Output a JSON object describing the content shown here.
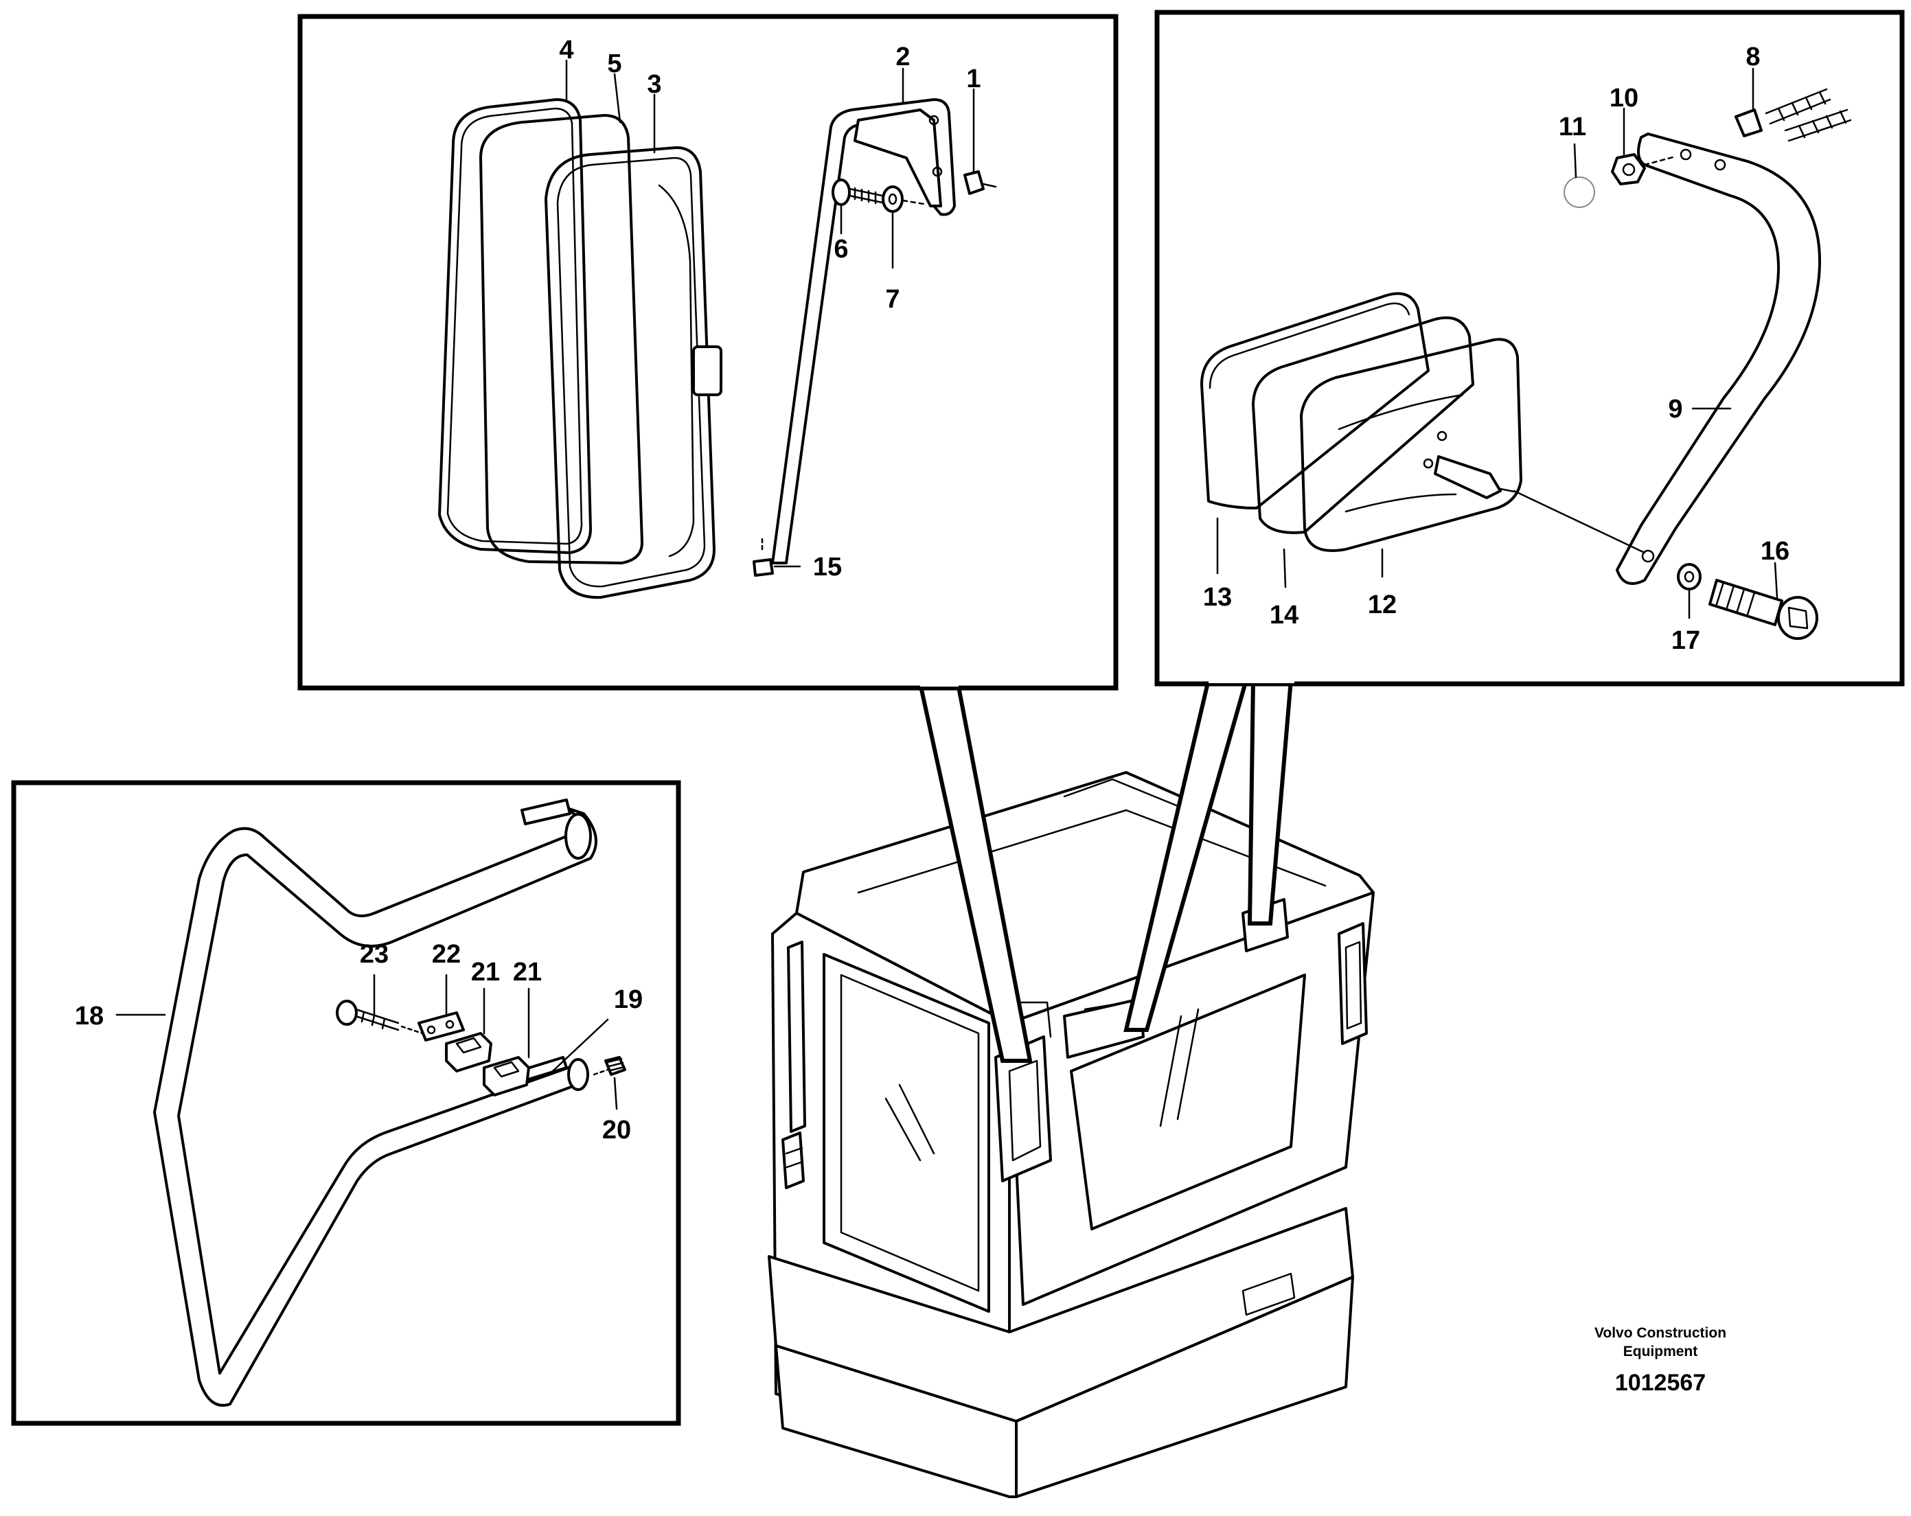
{
  "labels": {
    "l1": "1",
    "l2": "2",
    "l3": "3",
    "l4": "4",
    "l5": "5",
    "l6": "6",
    "l7": "7",
    "l8": "8",
    "l9": "9",
    "l10": "10",
    "l11": "11",
    "l12": "12",
    "l13": "13",
    "l14": "14",
    "l15": "15",
    "l16": "16",
    "l17": "17",
    "l18": "18",
    "l19": "19",
    "l20": "20",
    "l21a": "21",
    "l21b": "21",
    "l22": "22",
    "l23": "23"
  },
  "footer": {
    "company_line1": "Volvo Construction",
    "company_line2": "Equipment",
    "drawing_number": "1012567"
  },
  "colors": {
    "line": "#000000",
    "background": "#ffffff"
  }
}
